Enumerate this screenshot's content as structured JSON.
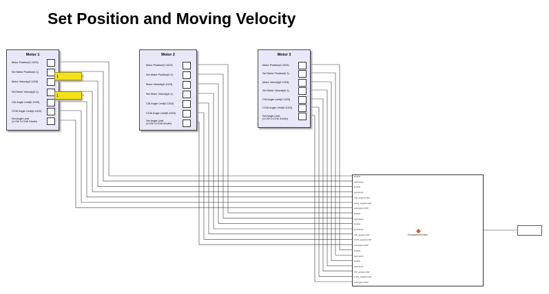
{
  "title": "Set Position and Moving Velocity",
  "motors": [
    {
      "title": "Motor 1",
      "ports": [
        "Motor Position(0-1023)",
        "Set Motor Position(0-1)",
        "Motor Velocity(0-1023)",
        "Set Motor Velocity(0-1)",
        "CW Angle Limit(0-1023)",
        "CCW Angle Limit(0-1023)",
        "Set Angle Limit\n(1:CW 2:CCW 3:both)"
      ]
    },
    {
      "title": "Motor 2",
      "ports": [
        "Motor Position(0-1023)",
        "Set Motor Position(0-1)",
        "Motor Velocity(0-1023)",
        "Set Motor Velocity(0-1)",
        "CW Angle Limit(0-1023)",
        "CCW Angle Limit(0-1023)",
        "Set Angle Limit\n(1:CW 2:CCW 3:both)"
      ]
    },
    {
      "title": "Motor 3",
      "ports": [
        "Motor Position(0-1023)",
        "Set Motor Position(0-1)",
        "Motor Velocity(0-1023)",
        "Set Motor Velocity(0-1)",
        "CW Angle Limit(0-1023)",
        "CCW Angle Limit(0-1023)",
        "Set Angle Limit\n(1:CW 2:CCW 3:both)"
      ]
    }
  ],
  "constants": [
    "1",
    "1"
  ],
  "subsystem": {
    "name": "SubsystemPosition",
    "ports": [
      "Enable",
      "goPosition",
      "Enable",
      "goVelocity",
      "CW_angleLimitM",
      "CCW_angleLimitM",
      "setAngleLimitM",
      "Enable",
      "goPosition",
      "Enable",
      "goVelocity",
      "CW_angleLimitM",
      "CCW_angleLimitM",
      "setAngleLimitM",
      "Enable",
      "goPosition",
      "Enable",
      "goVelocity",
      "CW_angleLimitM",
      "CCW_angleLimitM",
      "setAngleLimitM"
    ]
  },
  "colors": {
    "block_fill": "#e8e8f8",
    "constant_fill": "#f2e21a",
    "wire": "#333333"
  }
}
